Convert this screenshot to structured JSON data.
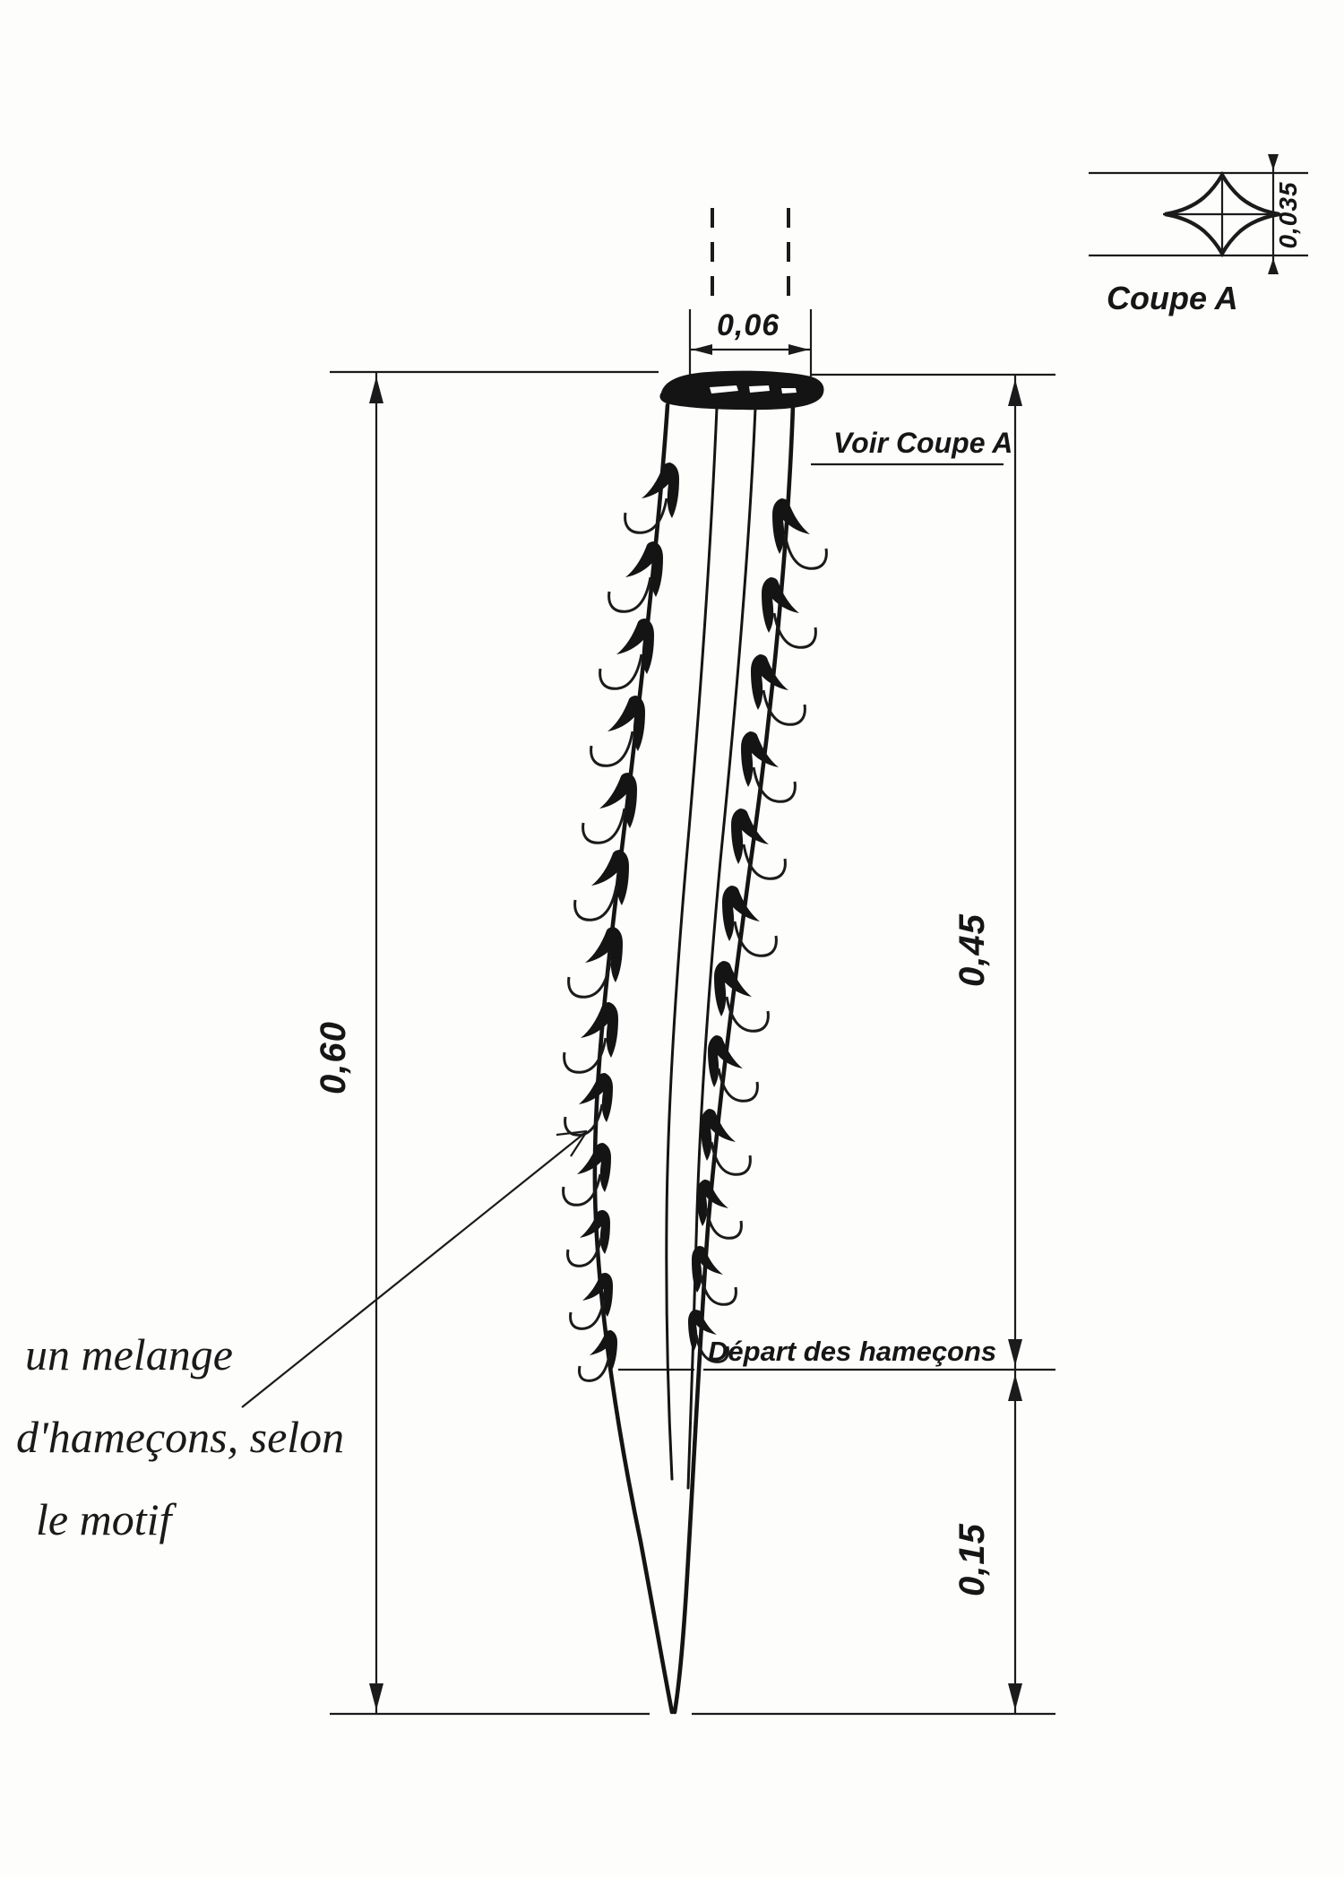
{
  "document": {
    "type": "technical-drawing",
    "language": "fr",
    "subject": "Fishing lure with hooks - dimensioned technical sketch",
    "background_color": "#fdfdfc",
    "ink_color": "#1b1b1b"
  },
  "dimensions": {
    "overall_length": {
      "value": "0,60",
      "name": "overall-length",
      "orientation": "vertical",
      "side": "left"
    },
    "hooked_section": {
      "value": "0,45",
      "name": "hooked-section-length",
      "orientation": "vertical",
      "side": "right"
    },
    "tail_section": {
      "value": "0,15",
      "name": "tail-section-length",
      "orientation": "vertical",
      "side": "right"
    },
    "head_width": {
      "value": "0,06",
      "name": "head-width",
      "orientation": "horizontal",
      "side": "top"
    },
    "section_thickness": {
      "value": "0,035",
      "name": "section-thickness",
      "orientation": "vertical",
      "side": "detail-right"
    }
  },
  "labels": {
    "see_section": "Voir Coupe A",
    "hooks_start": "Départ des hameçons",
    "section_title": "Coupe  A"
  },
  "annotation": {
    "name": "handwritten-note",
    "lines": [
      "un melange",
      "d'hameçons, selon",
      "le motif"
    ],
    "full_text": "un melange d'hameçons, selon le motif",
    "leader": "points to a hook on the left edge of the lure body"
  },
  "detail_view": {
    "name": "coupe-a",
    "title": "Coupe  A",
    "shape": "lens / biconvex spindle cross-section",
    "thickness_label": "0,035"
  },
  "main_view": {
    "name": "lure-elevation",
    "head": "dark cap band at top",
    "hooks": "rows of barbed fishing hooks along both edges",
    "tail": "tapered plain tip below hooks line"
  }
}
